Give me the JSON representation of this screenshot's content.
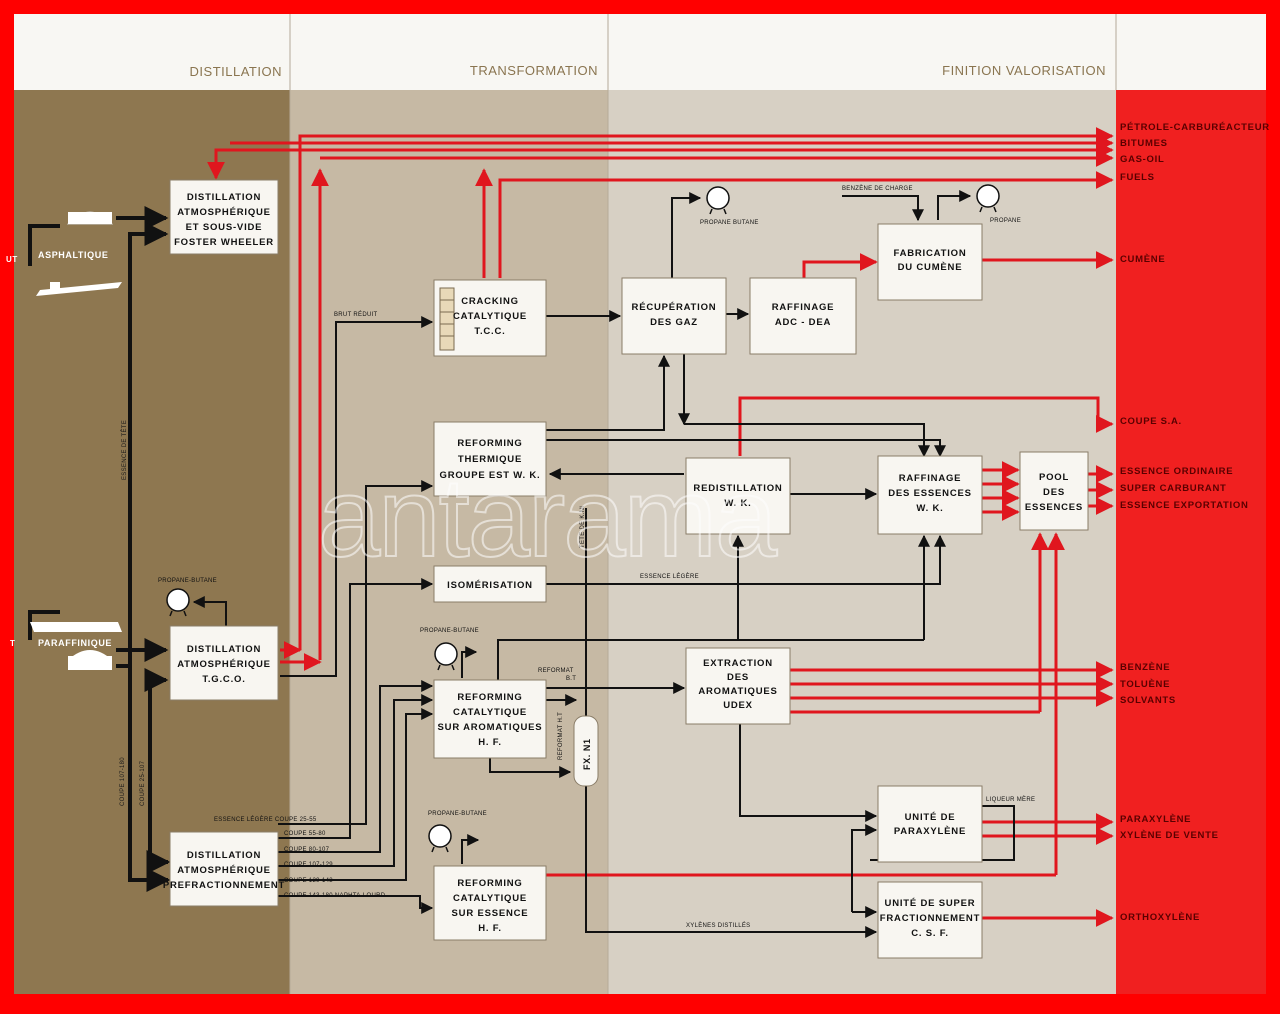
{
  "headers": {
    "distillation": "DISTILLATION",
    "transformation": "TRANSFORMATION",
    "finition": "FINITION  VALORISATION"
  },
  "crudes": {
    "asphaltique": "ASPHALTIQUE",
    "asph_prefix": "UT",
    "paraffinique": "PARAFFINIQUE",
    "para_prefix": "T"
  },
  "units": {
    "dist_fw": [
      "DISTILLATION",
      "ATMOSPHÉRIQUE",
      "ET SOUS-VIDE",
      "FOSTER WHEELER"
    ],
    "dist_tgco": [
      "DISTILLATION",
      "ATMOSPHÉRIQUE",
      "T.G.C.O."
    ],
    "dist_pf": [
      "DISTILLATION",
      "ATMOSPHÉRIQUE",
      "PREFRACTIONNEMENT"
    ],
    "cracking": [
      "CRACKING",
      "CATALYTIQUE",
      "T.C.C."
    ],
    "reforming_th": [
      "REFORMING",
      "THERMIQUE",
      "GROUPE EST W. K."
    ],
    "isomerisation": [
      "ISOMÉRISATION"
    ],
    "reforming_arom": [
      "REFORMING",
      "CATALYTIQUE",
      "SUR AROMATIQUES",
      "H. F."
    ],
    "reforming_ess": [
      "REFORMING",
      "CATALYTIQUE",
      "SUR ESSENCE",
      "H. F."
    ],
    "recup_gaz": [
      "RÉCUPÉRATION",
      "DES GAZ"
    ],
    "raff_adc": [
      "RAFFINAGE",
      "ADC - DEA"
    ],
    "cumene": [
      "FABRICATION",
      "DU CUMÈNE"
    ],
    "redist": [
      "REDISTILLATION",
      "W. K."
    ],
    "raff_ess": [
      "RAFFINAGE",
      "DES ESSENCES",
      "W. K."
    ],
    "pool": [
      "POOL",
      "DES",
      "ESSENCES"
    ],
    "extraction": [
      "EXTRACTION",
      "DES",
      "AROMATIQUES",
      "UDEX"
    ],
    "paraxylene": [
      "UNITÉ DE",
      "PARAXYLÈNE"
    ],
    "super_frac": [
      "UNITÉ DE SUPER",
      "FRACTIONNEMENT",
      "C. S. F."
    ],
    "fx": "FX. N1"
  },
  "outputs": {
    "top": [
      "PÉTROLE-CARBURÉACTEUR",
      "BITUMES",
      "GAS-OIL",
      "FUELS"
    ],
    "cumene": "CUMÈNE",
    "coupe_sa": "COUPE S.A.",
    "essences": [
      "ESSENCE ORDINAIRE",
      "SUPER CARBURANT",
      "ESSENCE EXPORTATION"
    ],
    "aromatics": [
      "BENZÈNE",
      "TOLUÈNE",
      "SOLVANTS"
    ],
    "xylenes": [
      "PARAXYLÈNE",
      "XYLÈNE DE VENTE"
    ],
    "ortho": "ORTHOXYLÈNE"
  },
  "flow_labels": {
    "propane_butane": "PROPANE-BUTANE",
    "propane_butane_2": "PROPANE BUTANE",
    "propane": "PROPANE",
    "benzene_charge": "BENZÈNE DE CHARGE",
    "brut_reduit": "BRUT RÉDUIT",
    "essence_tete": "ESSENCE DE TÊTE",
    "essence_legere": "ESSENCE LÉGÈRE",
    "reformat_bt": [
      "REFORMAT",
      "B.T"
    ],
    "reformat_ht": "REFORMAT H.T",
    "tete_kni": "TETE DE K.NI",
    "liqueur_mere": "LIQUEUR MÈRE",
    "xylenes_distilles": "XYLÈNES DISTILLÉS",
    "coupe_v1": "COUPE 107-180",
    "coupe_v2": "COUPE 25-107",
    "coupes": [
      "ESSENCE LÉGÈRE  COUPE 25-55",
      "COUPE 55-80",
      "COUPE 80-107",
      "COUPE 107-129",
      "COUPE 129-143",
      "COUPE 143-180 NAPHTA-LOURD"
    ]
  },
  "watermark": "antarama",
  "colors": {
    "frame": "#ff0000",
    "distillation_bg": "#8e7750",
    "transformation_bg": "#c6b9a4",
    "finition_bg": "#d7d0c4",
    "red_lines": "#e0161e",
    "header_bg": "#f8f7f3"
  }
}
